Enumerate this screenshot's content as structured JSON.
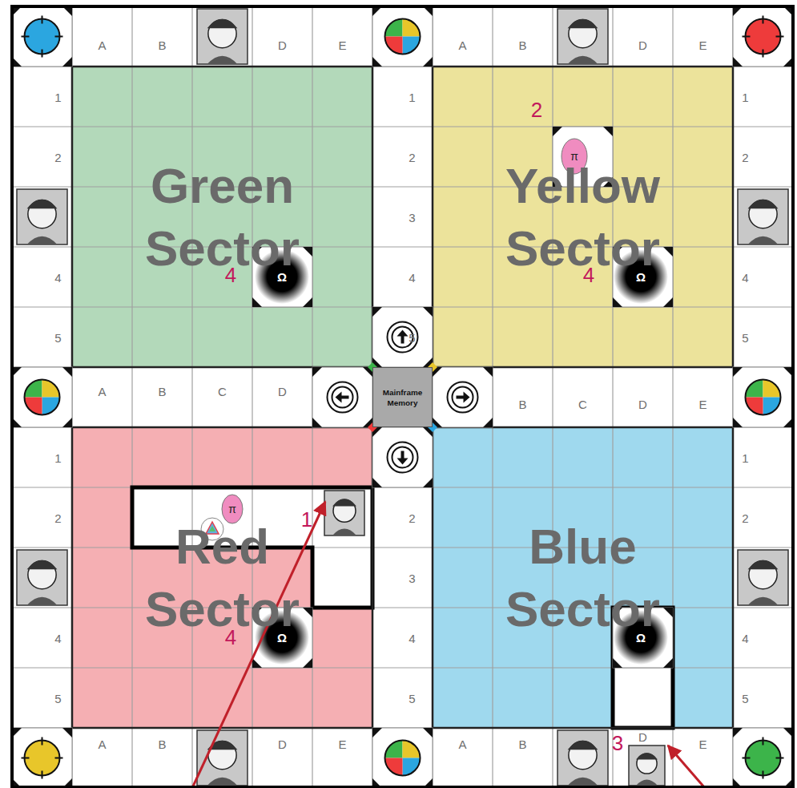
{
  "diagram": {
    "nodes": [
      {
        "text": [
          "Green Sector"
        ]
      },
      {
        "text": [
          "Yellow Sector"
        ]
      },
      {
        "text": [
          "Mainframe Memory"
        ]
      },
      {
        "text": [
          "Red Sector"
        ]
      },
      {
        "text": [
          "Blue Sector"
        ]
      }
    ],
    "labels": [
      "A",
      "B",
      "D",
      "E",
      "A",
      "B",
      "D",
      "E",
      "1",
      "2",
      "4",
      "5",
      "1",
      "2",
      "3",
      "4",
      "5",
      "1",
      "2",
      "4",
      "5",
      "A",
      "B",
      "C",
      "D",
      "B",
      "C",
      "D",
      "E",
      "1",
      "2",
      "4",
      "5",
      "2",
      "3",
      "4",
      "5",
      "1",
      "2",
      "4",
      "5",
      "A",
      "B",
      "D",
      "E",
      "A",
      "B",
      "D",
      "E",
      "π",
      "π",
      "Ω",
      "Ω",
      "Ω",
      "Ω",
      "2",
      "4",
      "4",
      "1",
      "4",
      "3"
    ]
  }
}
